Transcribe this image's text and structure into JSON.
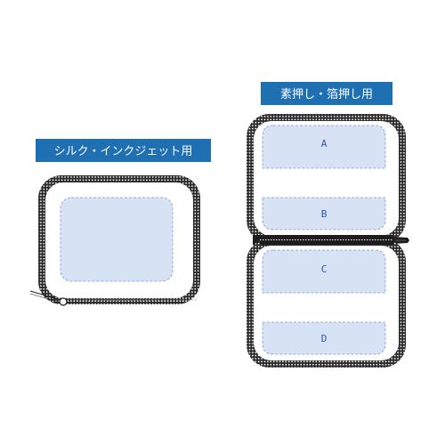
{
  "left_panel": {
    "label": "シルク・インクジェット用"
  },
  "right_panel": {
    "label": "素押し・箔押し用",
    "areas": [
      {
        "id": "A"
      },
      {
        "id": "B"
      },
      {
        "id": "C"
      },
      {
        "id": "D"
      }
    ]
  },
  "colors": {
    "label_bg": "#1f6fb3",
    "print_area_fill": "#d7e3f4",
    "print_area_stroke": "#7a9ccf",
    "zipper": "#222222",
    "area_text": "#2b57a6"
  }
}
